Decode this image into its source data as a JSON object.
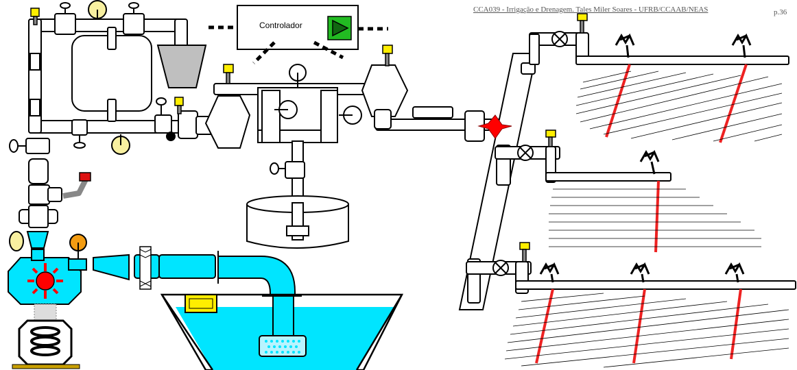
{
  "header": {
    "course_line": "CCA039 - Irrigação e Drenagem. Tales Miler Soares - UFRB/CCAAB/NEAS",
    "page": "p.36"
  },
  "controller": {
    "label": "Controlador"
  },
  "colors": {
    "water": "#00e5ff",
    "pipe": "#ffffff",
    "outline": "#000000",
    "valve_head": "#ffee00",
    "start_button": "#22bb22",
    "pump_core": "#ff0000",
    "lateral": "#ee2222",
    "gauge": "#f8f0a0",
    "orange_gauge": "#f39c12",
    "gray_hopper": "#bfbfbf",
    "filter_screen": "#b8f4ff"
  },
  "icons": [
    "valve-icon",
    "pressure-gauge-icon",
    "pump-icon",
    "motor-icon",
    "sprinkler-icon",
    "start-button-icon",
    "check-valve-icon"
  ]
}
